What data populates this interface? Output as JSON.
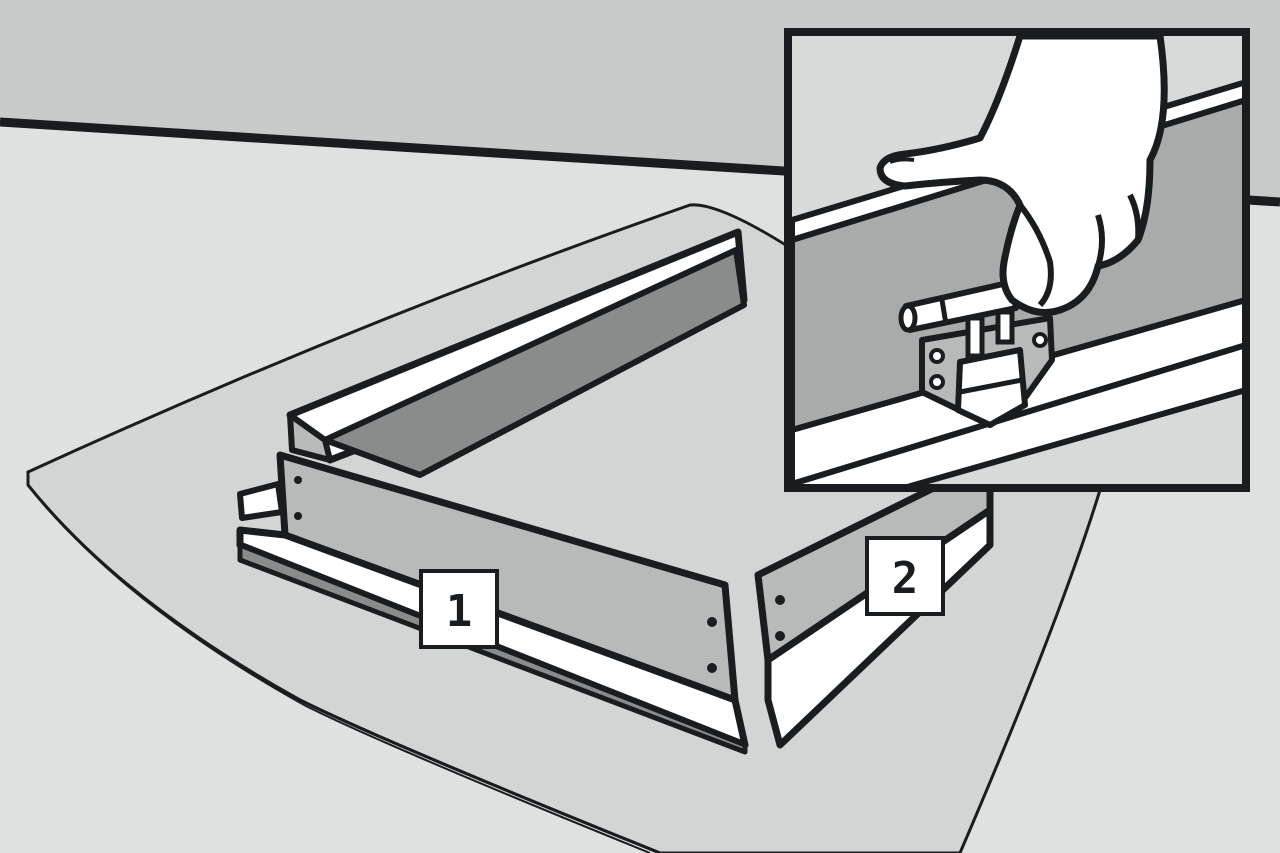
{
  "illustration": {
    "subject": "assembly-step",
    "step_labels": [
      {
        "id": "part-1",
        "text": "1"
      },
      {
        "id": "part-2",
        "text": "2"
      }
    ],
    "inset": {
      "shows": "hand-pushing-locking-pin-into-corner-bracket"
    }
  },
  "colors": {
    "outline": "#1a1d1f",
    "wall": "#c8caca",
    "floor": "#dfe0e0",
    "sheet": "#d3d5d5",
    "panel_face": "#b8baba",
    "panel_inner": "#8a8c8c",
    "highlight": "#ffffff",
    "hand": "#ffffff"
  }
}
